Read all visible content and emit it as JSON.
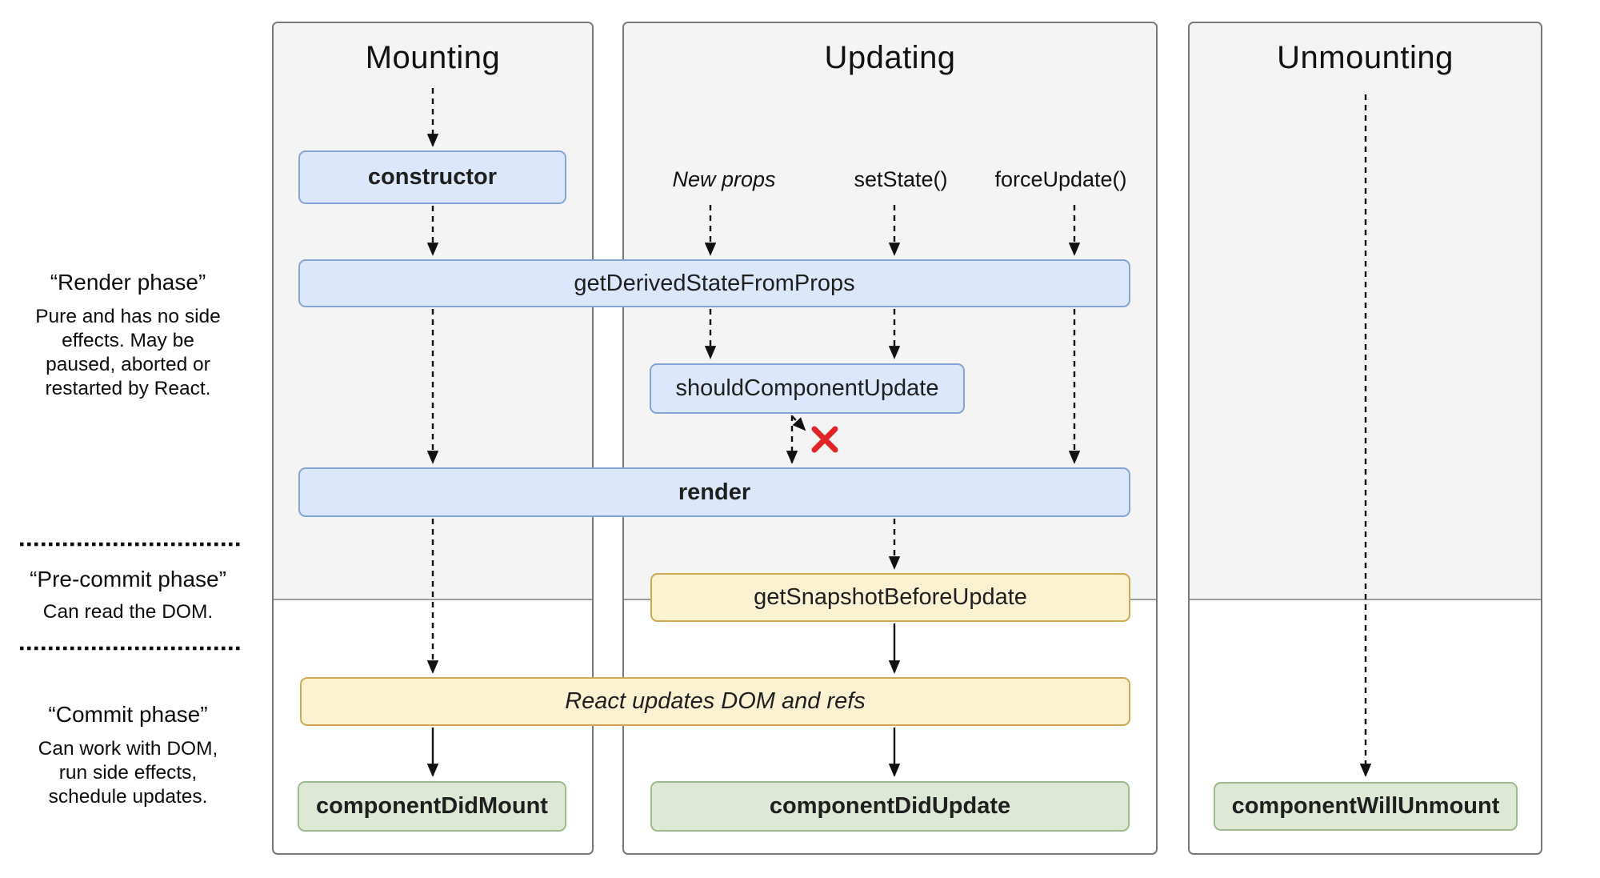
{
  "columns": [
    {
      "title": "Mounting"
    },
    {
      "title": "Updating",
      "triggers": [
        {
          "label": "New props"
        },
        {
          "label": "setState()"
        },
        {
          "label": "forceUpdate()"
        }
      ]
    },
    {
      "title": "Unmounting"
    }
  ],
  "phases": [
    {
      "title": "“Render phase”",
      "description": "Pure and has no side effects. May be paused, aborted or restarted by React."
    },
    {
      "title": "“Pre-commit phase”",
      "description": "Can read the DOM."
    },
    {
      "title": "“Commit phase”",
      "description": "Can work with DOM, run side effects, schedule updates."
    }
  ],
  "nodes": {
    "constructor": {
      "label": "constructor",
      "phase": "render"
    },
    "get_derived_state_from_props": {
      "label": "getDerivedStateFromProps",
      "phase": "render"
    },
    "should_component_update": {
      "label": "shouldComponentUpdate",
      "phase": "render"
    },
    "render": {
      "label": "render",
      "phase": "render"
    },
    "get_snapshot_before_update": {
      "label": "getSnapshotBeforeUpdate",
      "phase": "pre-commit"
    },
    "react_updates_dom": {
      "label": "React updates DOM and refs",
      "phase": "commit"
    },
    "component_did_mount": {
      "label": "componentDidMount",
      "phase": "commit"
    },
    "component_did_update": {
      "label": "componentDidUpdate",
      "phase": "commit"
    },
    "component_will_unmount": {
      "label": "componentWillUnmount",
      "phase": "commit"
    }
  },
  "colors": {
    "render_phase_box_fill": "#dbe7fa",
    "render_phase_box_border": "#84a3d6",
    "pre_commit_box_fill": "#fcf2d2",
    "pre_commit_box_border": "#cfa84f",
    "commit_box_fill": "#dde9d5",
    "commit_box_border": "#9cba8d",
    "panel_fill": "#f4f4f5",
    "panel_border": "#77787a",
    "arrow": "#111111",
    "skip_cross": "#e02428",
    "background": "#ffffff",
    "text": "#1f1f1f"
  }
}
